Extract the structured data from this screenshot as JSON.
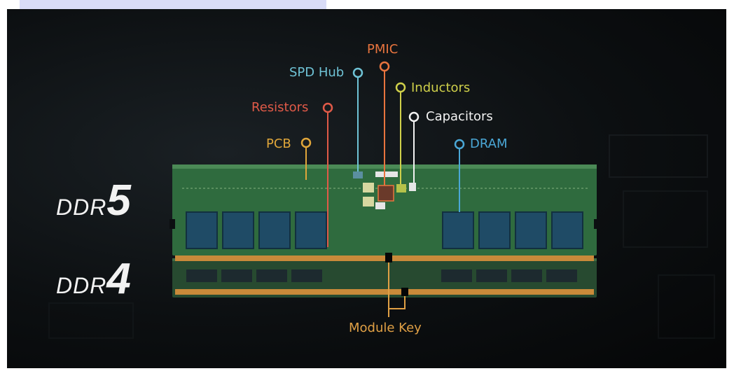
{
  "ddr5": {
    "prefix": "DDR",
    "number": "5"
  },
  "ddr4": {
    "prefix": "DDR",
    "number": "4"
  },
  "components": {
    "pmic": "PMIC",
    "spd_hub": "SPD Hub",
    "inductors": "Inductors",
    "resistors": "Resistors",
    "capacitors": "Capacitors",
    "pcb": "PCB",
    "dram": "DRAM",
    "module_key": "Module Key"
  },
  "colors": {
    "pmic": "#e8743e",
    "spd_hub": "#6fc3d6",
    "inductors": "#cfd04a",
    "resistors": "#e05a48",
    "capacitors": "#f2f2f2",
    "pcb": "#e0a63a",
    "dram": "#4aa7d6",
    "module_key": "#e0a045"
  }
}
